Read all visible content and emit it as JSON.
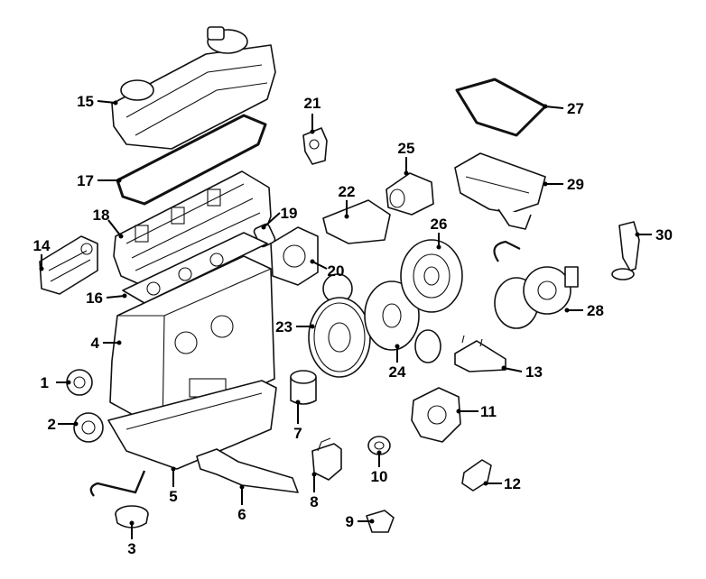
{
  "colors": {
    "line": "#111111",
    "background": "#ffffff",
    "label": "#000000"
  },
  "callouts": [
    {
      "id": "1",
      "label": "1"
    },
    {
      "id": "2",
      "label": "2"
    },
    {
      "id": "3",
      "label": "3"
    },
    {
      "id": "4",
      "label": "4"
    },
    {
      "id": "5",
      "label": "5"
    },
    {
      "id": "6",
      "label": "6"
    },
    {
      "id": "7",
      "label": "7"
    },
    {
      "id": "8",
      "label": "8"
    },
    {
      "id": "9",
      "label": "9"
    },
    {
      "id": "10",
      "label": "10"
    },
    {
      "id": "11",
      "label": "11"
    },
    {
      "id": "12",
      "label": "12"
    },
    {
      "id": "13",
      "label": "13"
    },
    {
      "id": "14",
      "label": "14"
    },
    {
      "id": "15",
      "label": "15"
    },
    {
      "id": "16",
      "label": "16"
    },
    {
      "id": "17",
      "label": "17"
    },
    {
      "id": "18",
      "label": "18"
    },
    {
      "id": "19",
      "label": "19"
    },
    {
      "id": "20",
      "label": "20"
    },
    {
      "id": "21",
      "label": "21"
    },
    {
      "id": "22",
      "label": "22"
    },
    {
      "id": "23",
      "label": "23"
    },
    {
      "id": "24",
      "label": "24"
    },
    {
      "id": "25",
      "label": "25"
    },
    {
      "id": "26",
      "label": "26"
    },
    {
      "id": "27",
      "label": "27"
    },
    {
      "id": "28",
      "label": "28"
    },
    {
      "id": "29",
      "label": "29"
    },
    {
      "id": "30",
      "label": "30"
    }
  ]
}
